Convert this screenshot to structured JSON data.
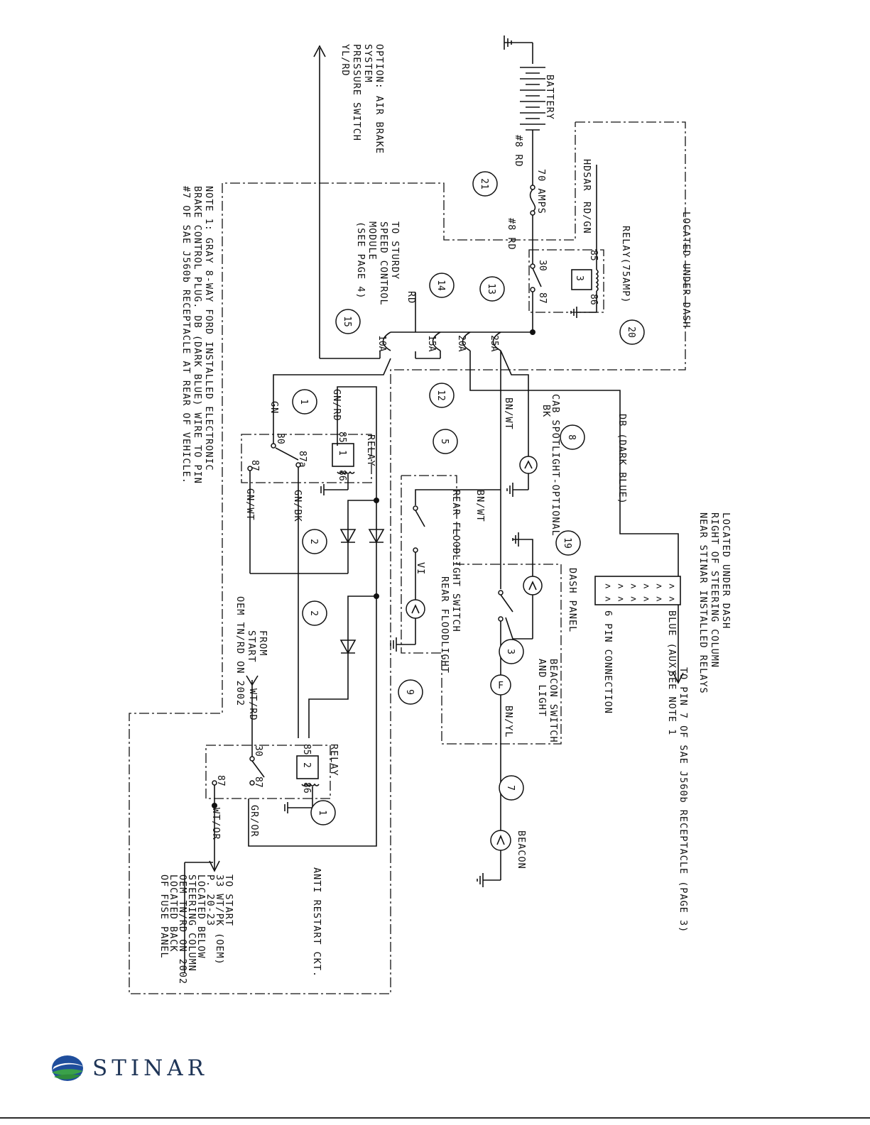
{
  "labels": {
    "option_air_brake": [
      "OPTION: AIR BRAKE",
      "SYSTEM",
      "PRESSURE SWITCH",
      "YL/RD"
    ],
    "battery": "BATTERY",
    "wire_8rd_top": "#8 RD",
    "amps70": "70 AMPS",
    "wire_8rd_bottom": "#8 RD",
    "hdsar": "HDSAR",
    "rd_gn": "RD/GN",
    "relay75": "RELAY(75AMP)",
    "located_under_dash_1": "LOCATED UNDER DASH",
    "to_sturdy": [
      "TO STURDY",
      "SPEED CONTROL",
      "MODULE",
      "(SEE PAGE 4)"
    ],
    "rd_wire": "RD",
    "note1": [
      "NOTE 1: GRAY 8-WAY FORD INSTALLED ELECTRONIC",
      "BRAKE CONTROL PLUG. DB (DARK BLUE) WIRE TO PIN",
      "#7 OF SAE J560b RECEPTACLE AT REAR OF VEHICLE."
    ],
    "fuses": [
      "25A",
      "20A",
      "15A",
      "10A"
    ],
    "gn_rd": "GN/RD",
    "gn": "GN",
    "gn_bk": "GN/BK",
    "gn_wt": "GN/WT",
    "relay_1": "RELAY",
    "relay_2": "RELAY",
    "from_start": [
      "FROM",
      "START",
      "OEM TN/RD ON 2002"
    ],
    "wt_rd": "WT/RD",
    "wt_or": "WT/OR",
    "gr_or": "GR/OR",
    "to_start": [
      "TO START",
      "33 WT/PK (OEM)",
      "P. 20-23",
      "LOCATED BELOW",
      "STEERING COLUMN",
      "OEM TN/RD ON 2002",
      "LOCATED BACK",
      "OF FUSE PANEL"
    ],
    "anti_restart": "ANTI RESTART CKT.",
    "db_dark_blue": "DB (DARK BLUE)",
    "bk": "BK",
    "bn_wt_1": "BN/WT",
    "bn_wt_2": "BN/WT",
    "cab_spotlight": "CAB SPOTLIGHT-OPTIONAL",
    "rear_floodlight_switch": "REAR FLOODLIGHT SWITCH",
    "rear_floodlight": "REAR FLOODLIGHT",
    "vi": "VI",
    "dash_panel": "DASH PANEL",
    "beacon_switch": [
      "BEACON SWITCH",
      "AND LIGHT"
    ],
    "bn_yl": "BN/YL",
    "beacon": "BEACON",
    "located_under_dash_2": [
      "LOCATED UNDER DASH",
      "RIGHT OF STEERING COLUMN",
      "NEAR STINAR INSTALLED RELAYS"
    ],
    "blue_aux": "BLUE (AUX)",
    "to_pin7": "TO PIN 7 OF SAE J560b RECEPTACLE (PAGE 3)",
    "see_note1": "SEE NOTE 1",
    "six_pin": "6 PIN CONNECTION",
    "pin_30": "30",
    "pin_85": "85",
    "pin_86": "86",
    "pin_87": "87",
    "pin_87a": "87a",
    "relay_num_1": "1",
    "relay_num_2": "2",
    "relay_num_3": "3",
    "flasher": "F"
  },
  "callouts": [
    "21",
    "20",
    "13",
    "14",
    "15",
    "12",
    "8",
    "5",
    "1",
    "2",
    "2",
    "19",
    "3",
    "9",
    "7",
    "1"
  ],
  "logo": {
    "name": "STINAR",
    "blue": "#1f4e9c",
    "green": "#3aa14a"
  }
}
